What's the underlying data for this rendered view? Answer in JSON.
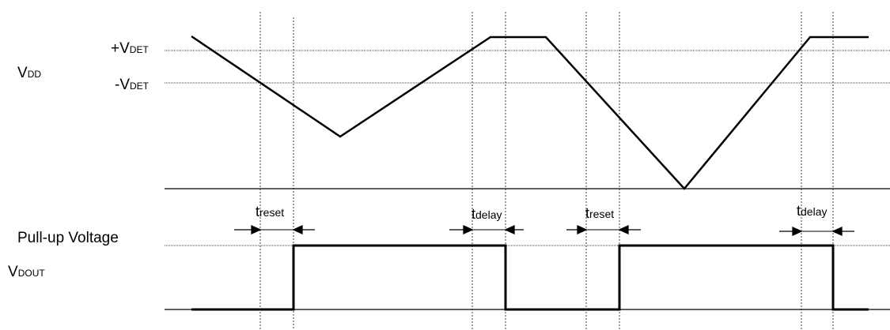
{
  "labels": {
    "vdd_main": "V",
    "vdd_sub": "DD",
    "plus_vdet_main": "+V",
    "plus_vdet_sub": "DET",
    "minus_vdet_main": "-V",
    "minus_vdet_sub": "DET",
    "pullup": "Pull-up Voltage",
    "vdout_main": "V",
    "vdout_sub": "DOUT",
    "treset_main": "t",
    "treset_sub": "reset",
    "tdelay_main": "t",
    "tdelay_sub": "delay"
  },
  "colors": {
    "line": "#000000",
    "grid": "#444444"
  }
}
